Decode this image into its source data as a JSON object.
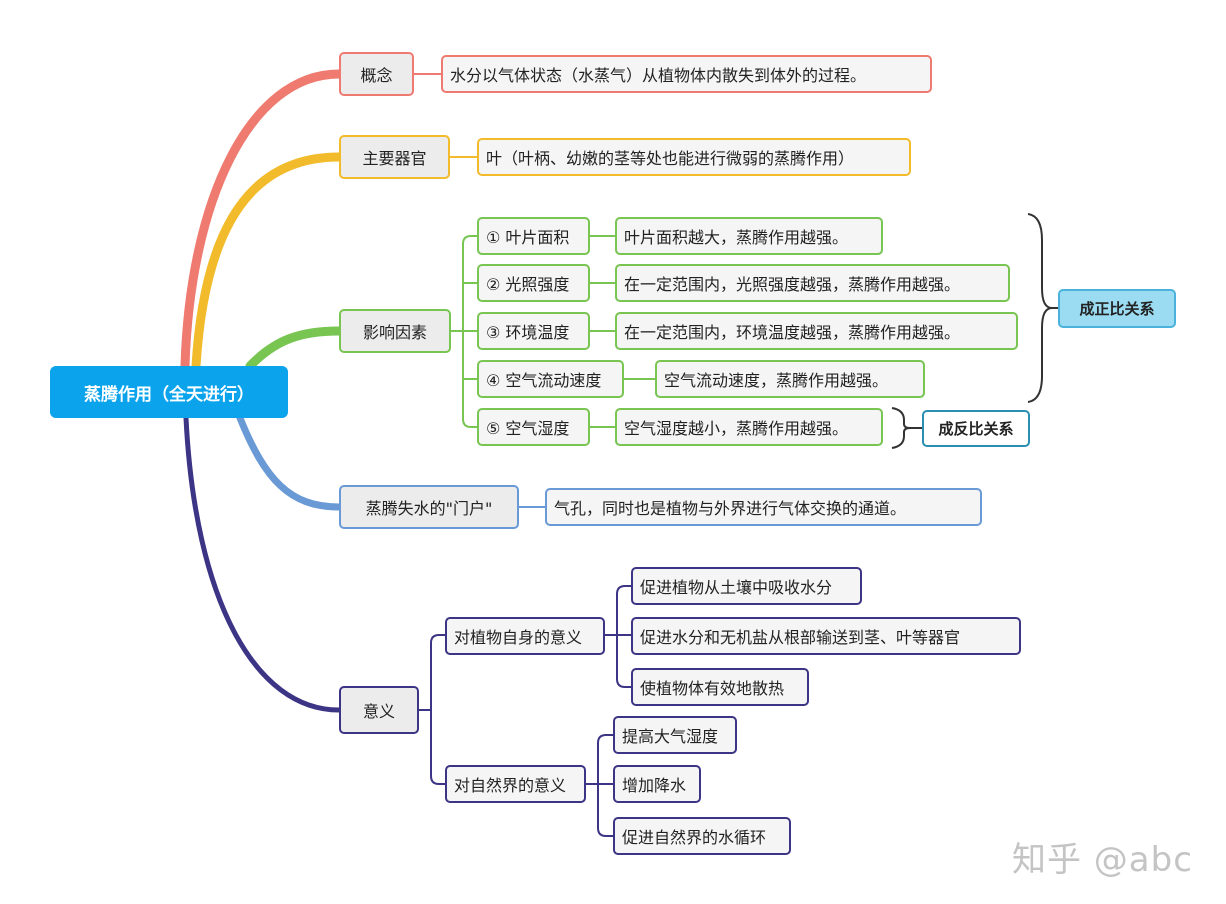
{
  "root": {
    "label": "蒸腾作用（全天进行）"
  },
  "colors": {
    "concept": "#ef7a70",
    "organ": "#f2bb2c",
    "factors": "#78c552",
    "gate": "#6a9ad6",
    "meaning": "#3c3484",
    "root": "#0aa3ec"
  },
  "concept": {
    "label": "概念",
    "text": "水分以气体状态（水蒸气）从植物体内散失到体外的过程。"
  },
  "organ": {
    "label": "主要器官",
    "text": "叶（叶柄、幼嫩的茎等处也能进行微弱的蒸腾作用）"
  },
  "factors": {
    "label": "影响因素",
    "items": [
      {
        "name": "① 叶片面积",
        "desc": "叶片面积越大，蒸腾作用越强。"
      },
      {
        "name": "② 光照强度",
        "desc": "在一定范围内，光照强度越强，蒸腾作用越强。"
      },
      {
        "name": "③ 环境温度",
        "desc": "在一定范围内，环境温度越强，蒸腾作用越强。"
      },
      {
        "name": "④ 空气流动速度",
        "desc": "空气流动速度，蒸腾作用越强。"
      },
      {
        "name": "⑤ 空气湿度",
        "desc": "空气湿度越小，蒸腾作用越强。"
      }
    ],
    "positive_label": "成正比关系",
    "negative_label": "成反比关系"
  },
  "gate": {
    "label": "蒸腾失水的\"门户\"",
    "text": "气孔，同时也是植物与外界进行气体交换的通道。"
  },
  "meaning": {
    "label": "意义",
    "self": {
      "label": "对植物自身的意义",
      "items": [
        "促进植物从土壤中吸收水分",
        "促进水分和无机盐从根部输送到茎、叶等器官",
        "使植物体有效地散热"
      ]
    },
    "nature": {
      "label": "对自然界的意义",
      "items": [
        "提高大气湿度",
        "增加降水",
        "促进自然界的水循环"
      ]
    }
  },
  "watermark": "知乎 @abc"
}
